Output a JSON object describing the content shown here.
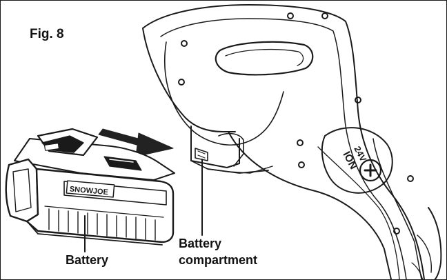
{
  "figure": {
    "title": "Fig. 8",
    "labels": {
      "battery": "Battery",
      "compartment_line1": "Battery",
      "compartment_line2": "compartment"
    },
    "battery_brand": "SNOWJOE",
    "voltage_marking": "24V",
    "switch_marking": "ION",
    "line_color": "#1a1a1a",
    "arrow_color": "#222222"
  }
}
